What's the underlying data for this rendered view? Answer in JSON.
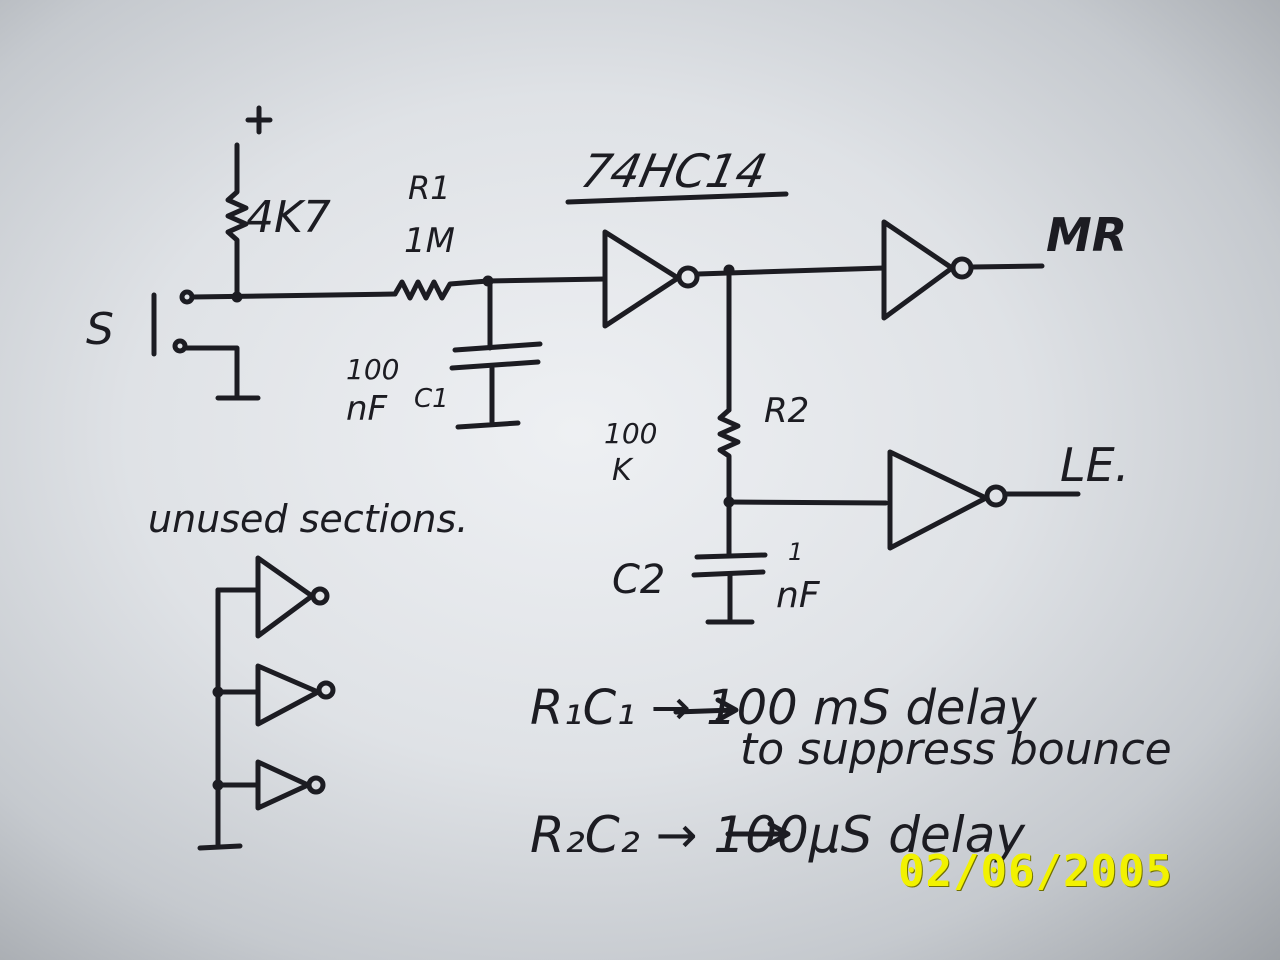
{
  "labels": {
    "chip": "74HC14",
    "supply": "+",
    "pullup": "4K7",
    "r1_name": "R1",
    "r1_value": "1M",
    "switch": "S",
    "c1_value_line1": "100",
    "c1_value_line2": "nF",
    "c1_name": "C1",
    "r2_value_line1": "100",
    "r2_value_line2": "K",
    "r2_name": "R2",
    "c2_name": "C2",
    "c2_value_line1": "1",
    "c2_value_line2": "nF",
    "output_mr": "MR",
    "output_le": "LE.",
    "unused": "unused sections."
  },
  "notes": {
    "note1_left": "R₁C₁ → 100 mS delay",
    "note1_right": "to suppress bounce",
    "note2": "R₂C₂ → 100µS delay"
  },
  "date_stamp": "02/06/2005",
  "colors": {
    "ink": "#1c1c22",
    "paper": "#e6e8eb",
    "stamp": "#f2f200"
  }
}
